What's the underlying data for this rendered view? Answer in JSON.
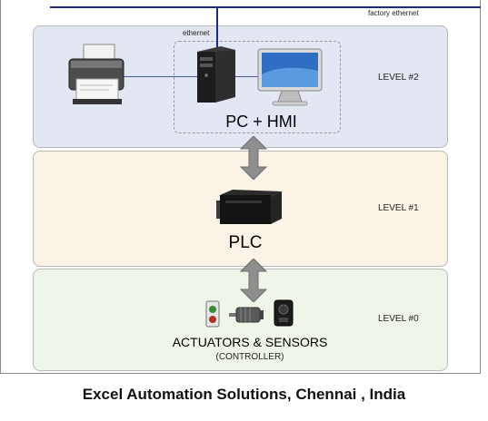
{
  "network": {
    "factory_ethernet": "factory ethernet",
    "ethernet": "ethernet"
  },
  "levels": [
    {
      "label": "LEVEL #2",
      "caption": "PC + HMI"
    },
    {
      "label": "LEVEL #1",
      "caption": "PLC"
    },
    {
      "label": "LEVEL #0",
      "caption": "ACTUATORS & SENSORS",
      "subcaption": "(CONTROLLER)"
    }
  ],
  "footer": "Excel Automation Solutions, Chennai , India",
  "colors": {
    "level2_bg": "#e3e6f3",
    "level1_bg": "#fbf4e6",
    "level0_bg": "#eef5e9",
    "network_line": "#1b2a8a",
    "arrow": "#8e8e8e"
  },
  "icons": [
    "printer-icon",
    "pc-tower-icon",
    "monitor-icon",
    "plc-unit-icon",
    "push-button-icon",
    "motor-icon",
    "sensor-icon",
    "double-arrow-icon"
  ]
}
